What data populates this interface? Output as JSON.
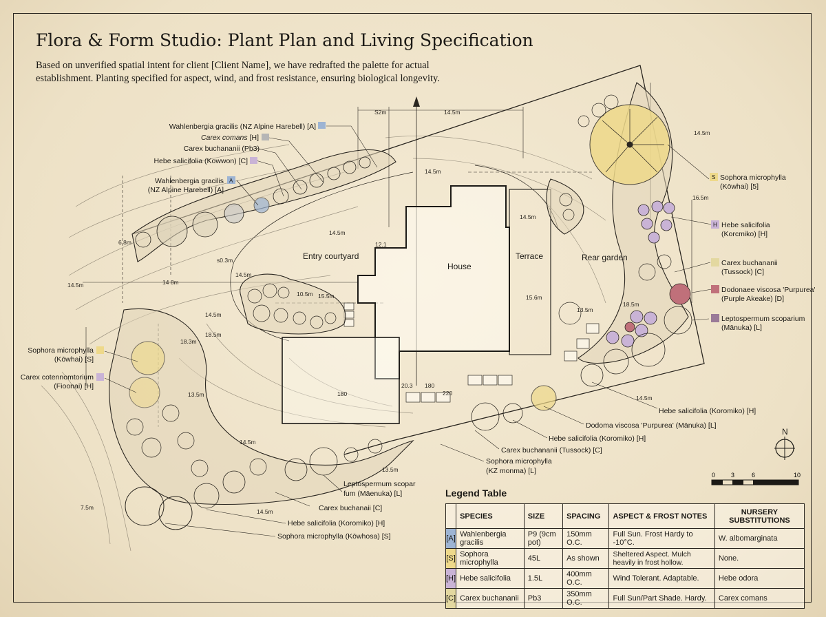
{
  "page": {
    "title": "Flora & Form Studio: Plant Plan and Living Specification",
    "intro": "Based on unverified spatial intent for client [Client Name], we have redrafted the palette for actual establishment. Planting specified for aspect, wind, and frost resistance, ensuring biological longevity."
  },
  "zones": {
    "house": "House",
    "terrace": "Terrace",
    "entry": "Entry courtyard",
    "rear": "Rear garden"
  },
  "callouts": {
    "top_wahlen": "Wahlenbergia gracilis (NZ Alpine Harebell) [A]",
    "top_carex_comans_name": "Carex comans",
    "top_carex_comans_code": " [H]",
    "top_carex_buch": "Carex buchananii (Pb3)",
    "top_hebe": "Hebe salicifolia (Kowwon) [C]",
    "wahlen2_l1": "Wahlenbergia gracilis",
    "wahlen2_l2": "(NZ Alpine Harebell) [A]",
    "soph_left_l1": "Sophora microphylla",
    "soph_left_l2": "(Kōwhai) [S]",
    "carex_cot_l1": "Carex cotennomtorium",
    "carex_cot_l2": "(Fioonai) [H]",
    "soph_right_l1": "Sophora microphylla",
    "soph_right_l2": "(Kōwhai) [5]",
    "hebe_right_l1": "Hebe salicifolia",
    "hebe_right_l2": "(Korcmiko) [H]",
    "carex_right_l1": "Carex buchananii",
    "carex_right_l2": "(Tussock) [C]",
    "dodo_right_l1": "Dodonaee viscosa 'Purpurea'",
    "dodo_right_l2": "(Purple Akeake) [D]",
    "lepto_right_l1": "Leptospermum scoparium",
    "lepto_right_l2": "(Mānuka) [L]",
    "hebe_b1": "Hebe salicifolia (Koromiko) [H]",
    "dodoma_b": "Dodoma viscosa 'Purpurea' (Mānuka) [L]",
    "hebe_b2": "Hebe salicifolia (Koromiko) [H]",
    "carex_b": "Carex buchananii (Tussock) [C]",
    "soph_b_l1": "Sophora microphylla",
    "soph_b_l2": "(KZ monma) [L]",
    "lepto_b_l1": "Leptospermum scopar",
    "lepto_b_l2": "fum (Māenuka) [L]",
    "carex_b2": "Carex buchanaii [C]",
    "hebe_b3": "Hebe salicifolia (Koromiko) [H]",
    "soph_b3": "Sophora microphylla (Kōwhosa) [S]"
  },
  "swatch_codes": {
    "a": "A",
    "s": "S",
    "h": "H"
  },
  "dimensions": {
    "d1": "S2m",
    "d2": "14.5m",
    "d3": "14.5m",
    "d4": "14.5m",
    "d5": "14.5m",
    "d6": "14.5m",
    "d7": "14.5m",
    "d8": "14.5m",
    "d9": "13.5m",
    "d10": "18.5m",
    "d11": "15.6m",
    "d12": "14.5m",
    "d13": "18.3m",
    "d14": "18.5m",
    "d15": "13.5m",
    "d16": "14.5m",
    "d17": "13.5m",
    "d18": "14.5m",
    "d19": "7.5m",
    "d20": "10.5m",
    "d21": "15.5m",
    "d22": "14 8m",
    "d23": "14.5m",
    "d24": "16.5m",
    "d25": "6.8m",
    "d26": "s0.3m",
    "d27": "180",
    "d28": "220",
    "d29": "180",
    "d30": "20.3",
    "d31": "12.1"
  },
  "colors": {
    "A": "#9db4d3",
    "S": "#eed98a",
    "H": "#c9b3d6",
    "C": "#e3d8a0",
    "D": "#c0707a",
    "L": "#9a7a98",
    "G": "#b5b5b5",
    "ink": "#2a2620"
  },
  "legend": {
    "title": "Legend Table",
    "headers": [
      "SPECIES",
      "SIZE",
      "SPACING",
      "ASPECT & FROST NOTES",
      "NURSERY SUBSTITUTIONS"
    ],
    "rows": [
      {
        "code": "[A]",
        "species": "Wahlenbergia gracilis",
        "size": "P9 (9cm pot)",
        "spacing": "150mm O.C.",
        "notes": "Full Sun. Frost Hardy to -10°C.",
        "sub": "W. albomarginata"
      },
      {
        "code": "[S]",
        "species": "Sophora microphylla",
        "size": "45L",
        "spacing": "As shown",
        "notes": "Sheltered Aspect. Mulch heavily in frost hollow.",
        "sub": "None."
      },
      {
        "code": "[H]",
        "species": "Hebe salicifolia",
        "size": "1.5L",
        "spacing": "400mm O.C.",
        "notes": "Wind Tolerant. Adaptable.",
        "sub": "Hebe odora"
      },
      {
        "code": "[C]",
        "species": "Carex buchananii",
        "size": "Pb3",
        "spacing": "350mm O.C.",
        "notes": "Full Sun/Part Shade. Hardy.",
        "sub": "Carex comans"
      }
    ]
  },
  "north": "N",
  "scale": {
    "t0": "0",
    "t1": "3",
    "t2": "6",
    "t3": "10"
  }
}
